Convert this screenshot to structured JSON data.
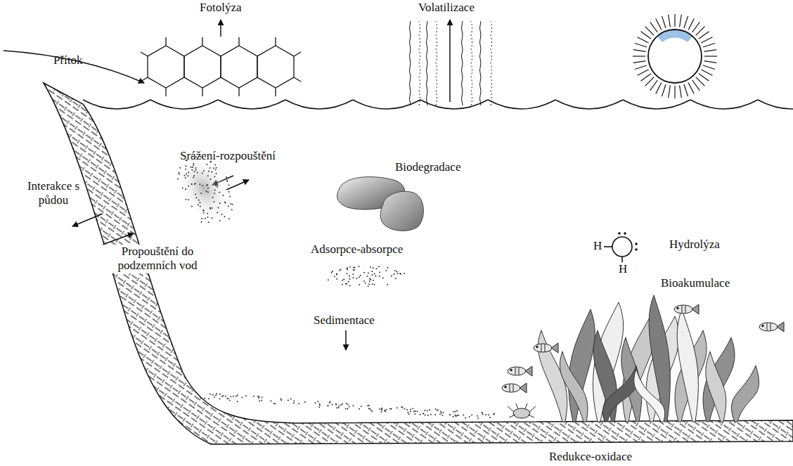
{
  "diagram": {
    "labels": [
      "Fotolýza",
      "Volatilizace",
      "Přítok",
      "Srážení-rozpouštění",
      "Biodegradace",
      "Interakce s půdou",
      "H",
      "Hydrolýza",
      "Adsorpce-absorpce",
      "H",
      "Propouštění do podzemních vod",
      "Bioakumulace",
      "Sedimentace",
      "Redukce-oxidace"
    ]
  }
}
